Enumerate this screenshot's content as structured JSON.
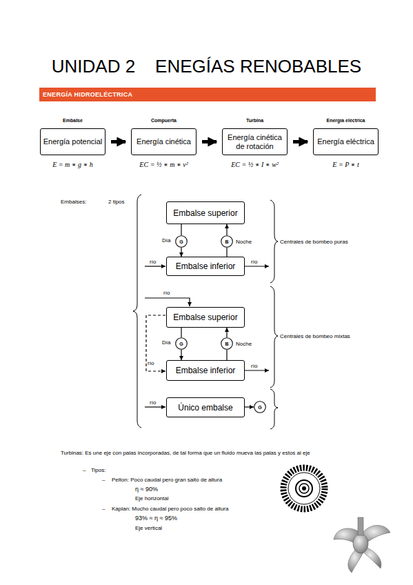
{
  "diagram": {
    "title": "UNIDAD 2    ENEGÍAS RENOBABLES",
    "nodes": [
      {
        "text": [
          "ENERGÍA HIDROELÉCTRICA"
        ]
      },
      {
        "text": [
          "Embalse",
          "Energía potencial"
        ]
      },
      {
        "text": [
          "Compuerta",
          "Energía cinética"
        ]
      },
      {
        "text": [
          "Turbina",
          "Energía cinética de rotación"
        ]
      },
      {
        "text": [
          "Energía eléctrica",
          "Energía eléctrica"
        ]
      },
      {
        "text": [
          "Embalse superior"
        ]
      },
      {
        "text": [
          "G"
        ]
      },
      {
        "text": [
          "B"
        ]
      },
      {
        "text": [
          "Embalse inferior"
        ]
      },
      {
        "text": [
          "Embalse superior"
        ]
      },
      {
        "text": [
          "G"
        ]
      },
      {
        "text": [
          "B"
        ]
      },
      {
        "text": [
          "Embalse inferior"
        ]
      },
      {
        "text": [
          "Único embalse"
        ]
      },
      {
        "text": [
          "G"
        ]
      }
    ],
    "edges": [
      {
        "from": 1,
        "to": 2,
        "arrow": "to"
      },
      {
        "from": 2,
        "to": 3,
        "arrow": "to"
      },
      {
        "from": 3,
        "to": 4,
        "arrow": "to"
      },
      {
        "from": 5,
        "to": 6,
        "arrow": "none"
      },
      {
        "from": 6,
        "to": 8,
        "arrow": "to"
      },
      {
        "from": 8,
        "to": 7,
        "arrow": "none"
      },
      {
        "from": 7,
        "to": 5,
        "arrow": "to"
      },
      {
        "from": 9,
        "to": 10,
        "arrow": "none"
      },
      {
        "from": 10,
        "to": 12,
        "arrow": "to"
      },
      {
        "from": 12,
        "to": 11,
        "arrow": "none"
      },
      {
        "from": 11,
        "to": 9,
        "arrow": "to"
      },
      {
        "from": 13,
        "to": 14,
        "arrow": "to"
      }
    ],
    "labels": [
      "E = m ∗ g ∗ h",
      "EC = ½ ∗ m ∗ v²",
      "EC = ½ ∗ I ∗ w²",
      "E = P ∗ t",
      "Embalses:",
      "2 tipos",
      "Día",
      "Noche",
      "río",
      "río",
      "Centrales de bombeo puras",
      "río",
      "Día",
      "Noche",
      "río",
      "río",
      "Centrales de bombeo mixtas",
      "río",
      "Turbinas: Es une eje con palas incorporadas, de tal forma que un fluido mueva las palas y estos al eje",
      "–",
      "Tipos:",
      "–",
      "Pelton: Poco caudal pero gran salto de altura",
      "η ≈ 90%",
      "Eje horizontal",
      "–",
      "Kaplan: Mucho caudal pero poco salto de altura",
      "93% ≈ η ≈ 95%",
      "Eje vertical"
    ]
  }
}
